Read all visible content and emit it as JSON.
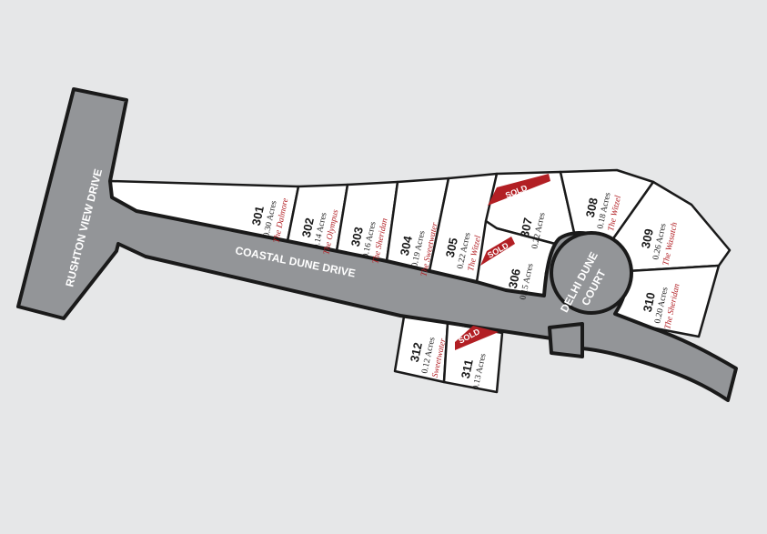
{
  "roads": {
    "rushton": "RUSHTON VIEW DRIVE",
    "coastal": "COASTAL DUNE DRIVE",
    "delhi_line1": "DELHI DUNE",
    "delhi_line2": "COURT"
  },
  "colors": {
    "background": "#e6e7e8",
    "road": "#939598",
    "lot": "#ffffff",
    "outline": "#1a1a1a",
    "accent": "#b21f24"
  },
  "lots": [
    {
      "number": "301",
      "acres": "0.30 Acres",
      "model": "The Dalmore",
      "status": "available"
    },
    {
      "number": "302",
      "acres": "0.14 Acres",
      "model": "The Olympus",
      "status": "available"
    },
    {
      "number": "303",
      "acres": "0.16 Acres",
      "model": "The Sheridan",
      "status": "available"
    },
    {
      "number": "304",
      "acres": "0.19 Acres",
      "model": "The Sweetwater",
      "status": "available"
    },
    {
      "number": "305",
      "acres": "0.22 Acres",
      "model": "The Witzel",
      "status": "available"
    },
    {
      "number": "307",
      "acres": "0.22 Acres",
      "model": "",
      "status": "sold"
    },
    {
      "number": "306",
      "acres": "0.15 Acres",
      "model": "",
      "status": "sold"
    },
    {
      "number": "308",
      "acres": "0.18 Acres",
      "model": "The Witzel",
      "status": "available"
    },
    {
      "number": "309",
      "acres": "0.26 Acres",
      "model": "The Wasatch",
      "status": "available"
    },
    {
      "number": "310",
      "acres": "0.20 Acres",
      "model": "The Sheridan",
      "status": "available"
    },
    {
      "number": "312",
      "acres": "0.12 Acres",
      "model": "Sweetwater",
      "status": "available"
    },
    {
      "number": "311",
      "acres": "0.13 Acres",
      "model": "",
      "status": "sold"
    }
  ],
  "sold_label": "SOLD"
}
